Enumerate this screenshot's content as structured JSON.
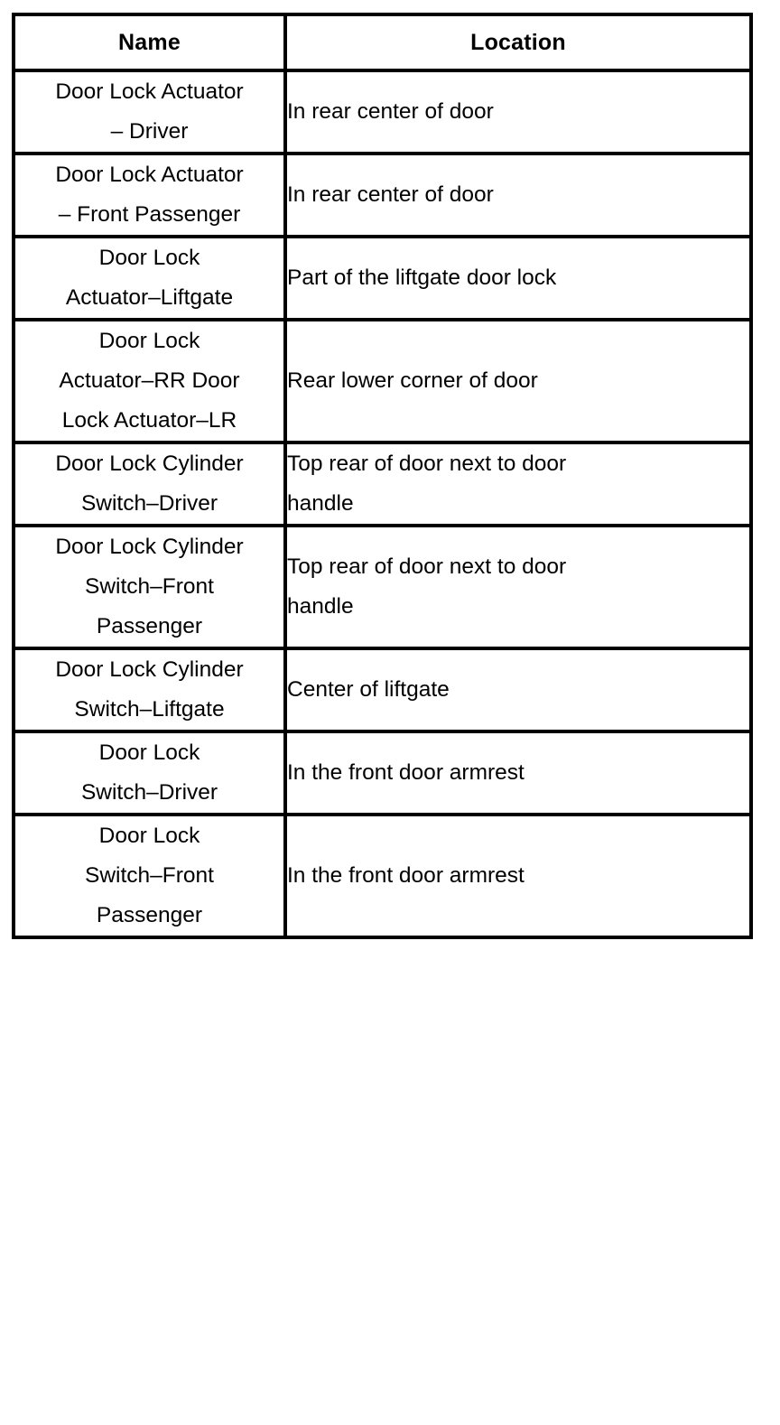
{
  "table": {
    "columns": [
      {
        "key": "name",
        "label": "Name",
        "align": "center"
      },
      {
        "key": "location",
        "label": "Location",
        "align": "left"
      }
    ],
    "rows": [
      {
        "name": "Door Lock Actuator – Driver",
        "name_lines": [
          "Door Lock Actuator",
          "– Driver"
        ],
        "location": "In rear center of door",
        "location_lines": [
          "In rear center of door"
        ]
      },
      {
        "name": "Door Lock Actuator – Front Passenger",
        "name_lines": [
          "Door Lock Actuator",
          "– Front Passenger"
        ],
        "location": "In rear center of door",
        "location_lines": [
          "In rear center of door"
        ]
      },
      {
        "name": "Door Lock Actuator–Liftgate",
        "name_lines": [
          "Door Lock",
          "Actuator–Liftgate"
        ],
        "location": "Part of the liftgate door lock",
        "location_lines": [
          "Part of the liftgate door lock"
        ]
      },
      {
        "name": "Door Lock Actuator–RR Door Lock Actuator–LR",
        "name_lines": [
          "Door Lock",
          "Actuator–RR Door",
          "Lock Actuator–LR"
        ],
        "location": "Rear lower corner of door",
        "location_lines": [
          "Rear lower corner of door"
        ]
      },
      {
        "name": "Door Lock Cylinder Switch–Driver",
        "name_lines": [
          "Door Lock Cylinder",
          "Switch–Driver"
        ],
        "location": "Top rear of door next to door handle",
        "location_lines": [
          "Top rear of door next to door",
          "handle"
        ]
      },
      {
        "name": "Door Lock Cylinder Switch–Front Passenger",
        "name_lines": [
          "Door Lock Cylinder",
          "Switch–Front",
          "Passenger"
        ],
        "location": "Top rear of door next to door handle",
        "location_lines": [
          "Top rear of door next to door",
          "handle"
        ]
      },
      {
        "name": "Door Lock Cylinder Switch–Liftgate",
        "name_lines": [
          "Door Lock Cylinder",
          "Switch–Liftgate"
        ],
        "location": "Center of liftgate",
        "location_lines": [
          "Center of liftgate"
        ]
      },
      {
        "name": "Door Lock Switch–Driver",
        "name_lines": [
          "Door Lock",
          "Switch–Driver"
        ],
        "location": "In the front door armrest",
        "location_lines": [
          "In the front door armrest"
        ]
      },
      {
        "name": "Door Lock Switch–Front Passenger",
        "name_lines": [
          "Door Lock",
          "Switch–Front",
          "Passenger"
        ],
        "location": "In the front door armrest",
        "location_lines": [
          "In the front door armrest"
        ]
      }
    ]
  },
  "style": {
    "border_color": "#000000",
    "text_color": "#000000",
    "background": "#ffffff"
  }
}
